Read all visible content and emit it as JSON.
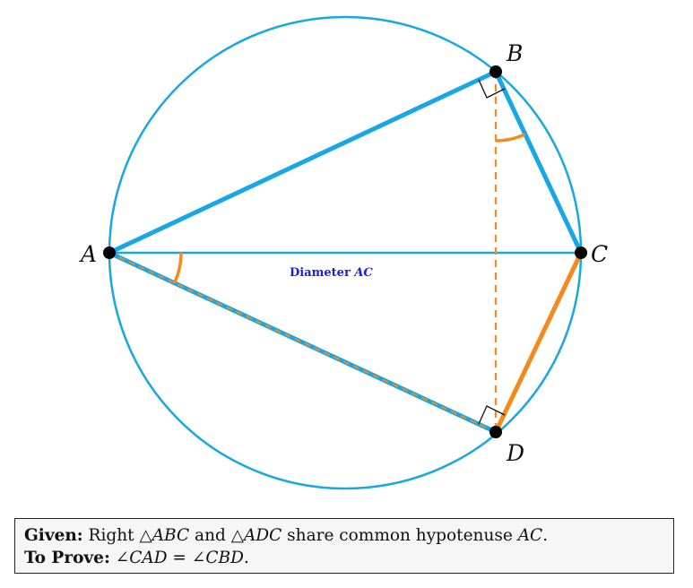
{
  "points": {
    "A": "A",
    "B": "B",
    "C": "C",
    "D": "D"
  },
  "diameter_label": {
    "prefix": "Diameter ",
    "segment": "AC"
  },
  "given": {
    "label": "Given:",
    "text_1": "Right △",
    "tri1": "ABC",
    "text_2": " and △",
    "tri2": "ADC",
    "text_3": " share common hypotenuse ",
    "hyp": "AC",
    "text_4": "."
  },
  "prove": {
    "label": "To Prove:",
    "text_1": "∠",
    "ang1": "CAD",
    "text_2": " = ∠",
    "ang2": "CBD",
    "text_3": "."
  },
  "colors": {
    "blue": "#16a7e4",
    "orange": "#f4891d",
    "label_blue": "#1a1ae6"
  }
}
